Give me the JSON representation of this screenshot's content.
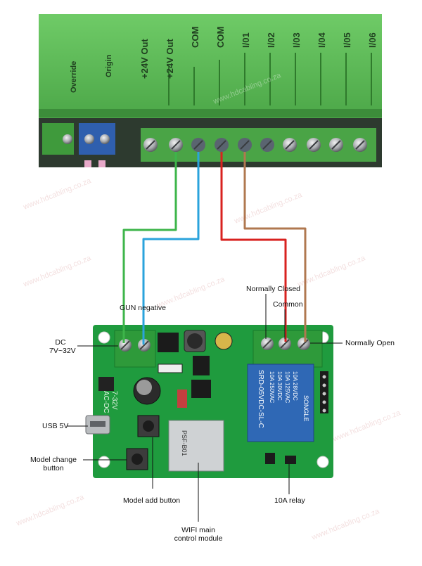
{
  "controller": {
    "labels": [
      "Override",
      "Origin",
      "+24V Out",
      "+24V Out",
      "COM",
      "COM",
      "I/01",
      "I/02",
      "I/03",
      "I/04",
      "I/05",
      "I/06"
    ]
  },
  "relay_board": {
    "silkscreen": [
      "AC-DC",
      "7-32V"
    ],
    "relay_text": [
      "SRD-05VDC-SL-C",
      "10A 250VAC",
      "10A 30VDC",
      "10A 125VAC",
      "10A 28VDC",
      "SONGLE"
    ],
    "module_text": [
      "PSF-B01"
    ]
  },
  "callouts": {
    "gun_negative": "GUN negative",
    "dc_line1": "DC",
    "dc_line2": "7V~32V",
    "usb": "USB 5V",
    "model_change_line1": "Model change",
    "model_change_line2": "button",
    "model_add": "Model add button",
    "wifi_line1": "WIFI main",
    "wifi_line2": "control module",
    "normally_closed": "Normally Closed",
    "common": "Common",
    "normally_open": "Normally Open",
    "relay_10a": "10A relay"
  },
  "watermark": "www.hdcabling.co.za",
  "colors": {
    "wire_green": "#3db54a",
    "wire_blue": "#2aa3dc",
    "wire_red": "#d8221f",
    "wire_brown": "#b07850",
    "controller_green": "#5fbe5a",
    "pcb_green": "#1f9b3e",
    "relay_blue": "#2f68b5"
  }
}
